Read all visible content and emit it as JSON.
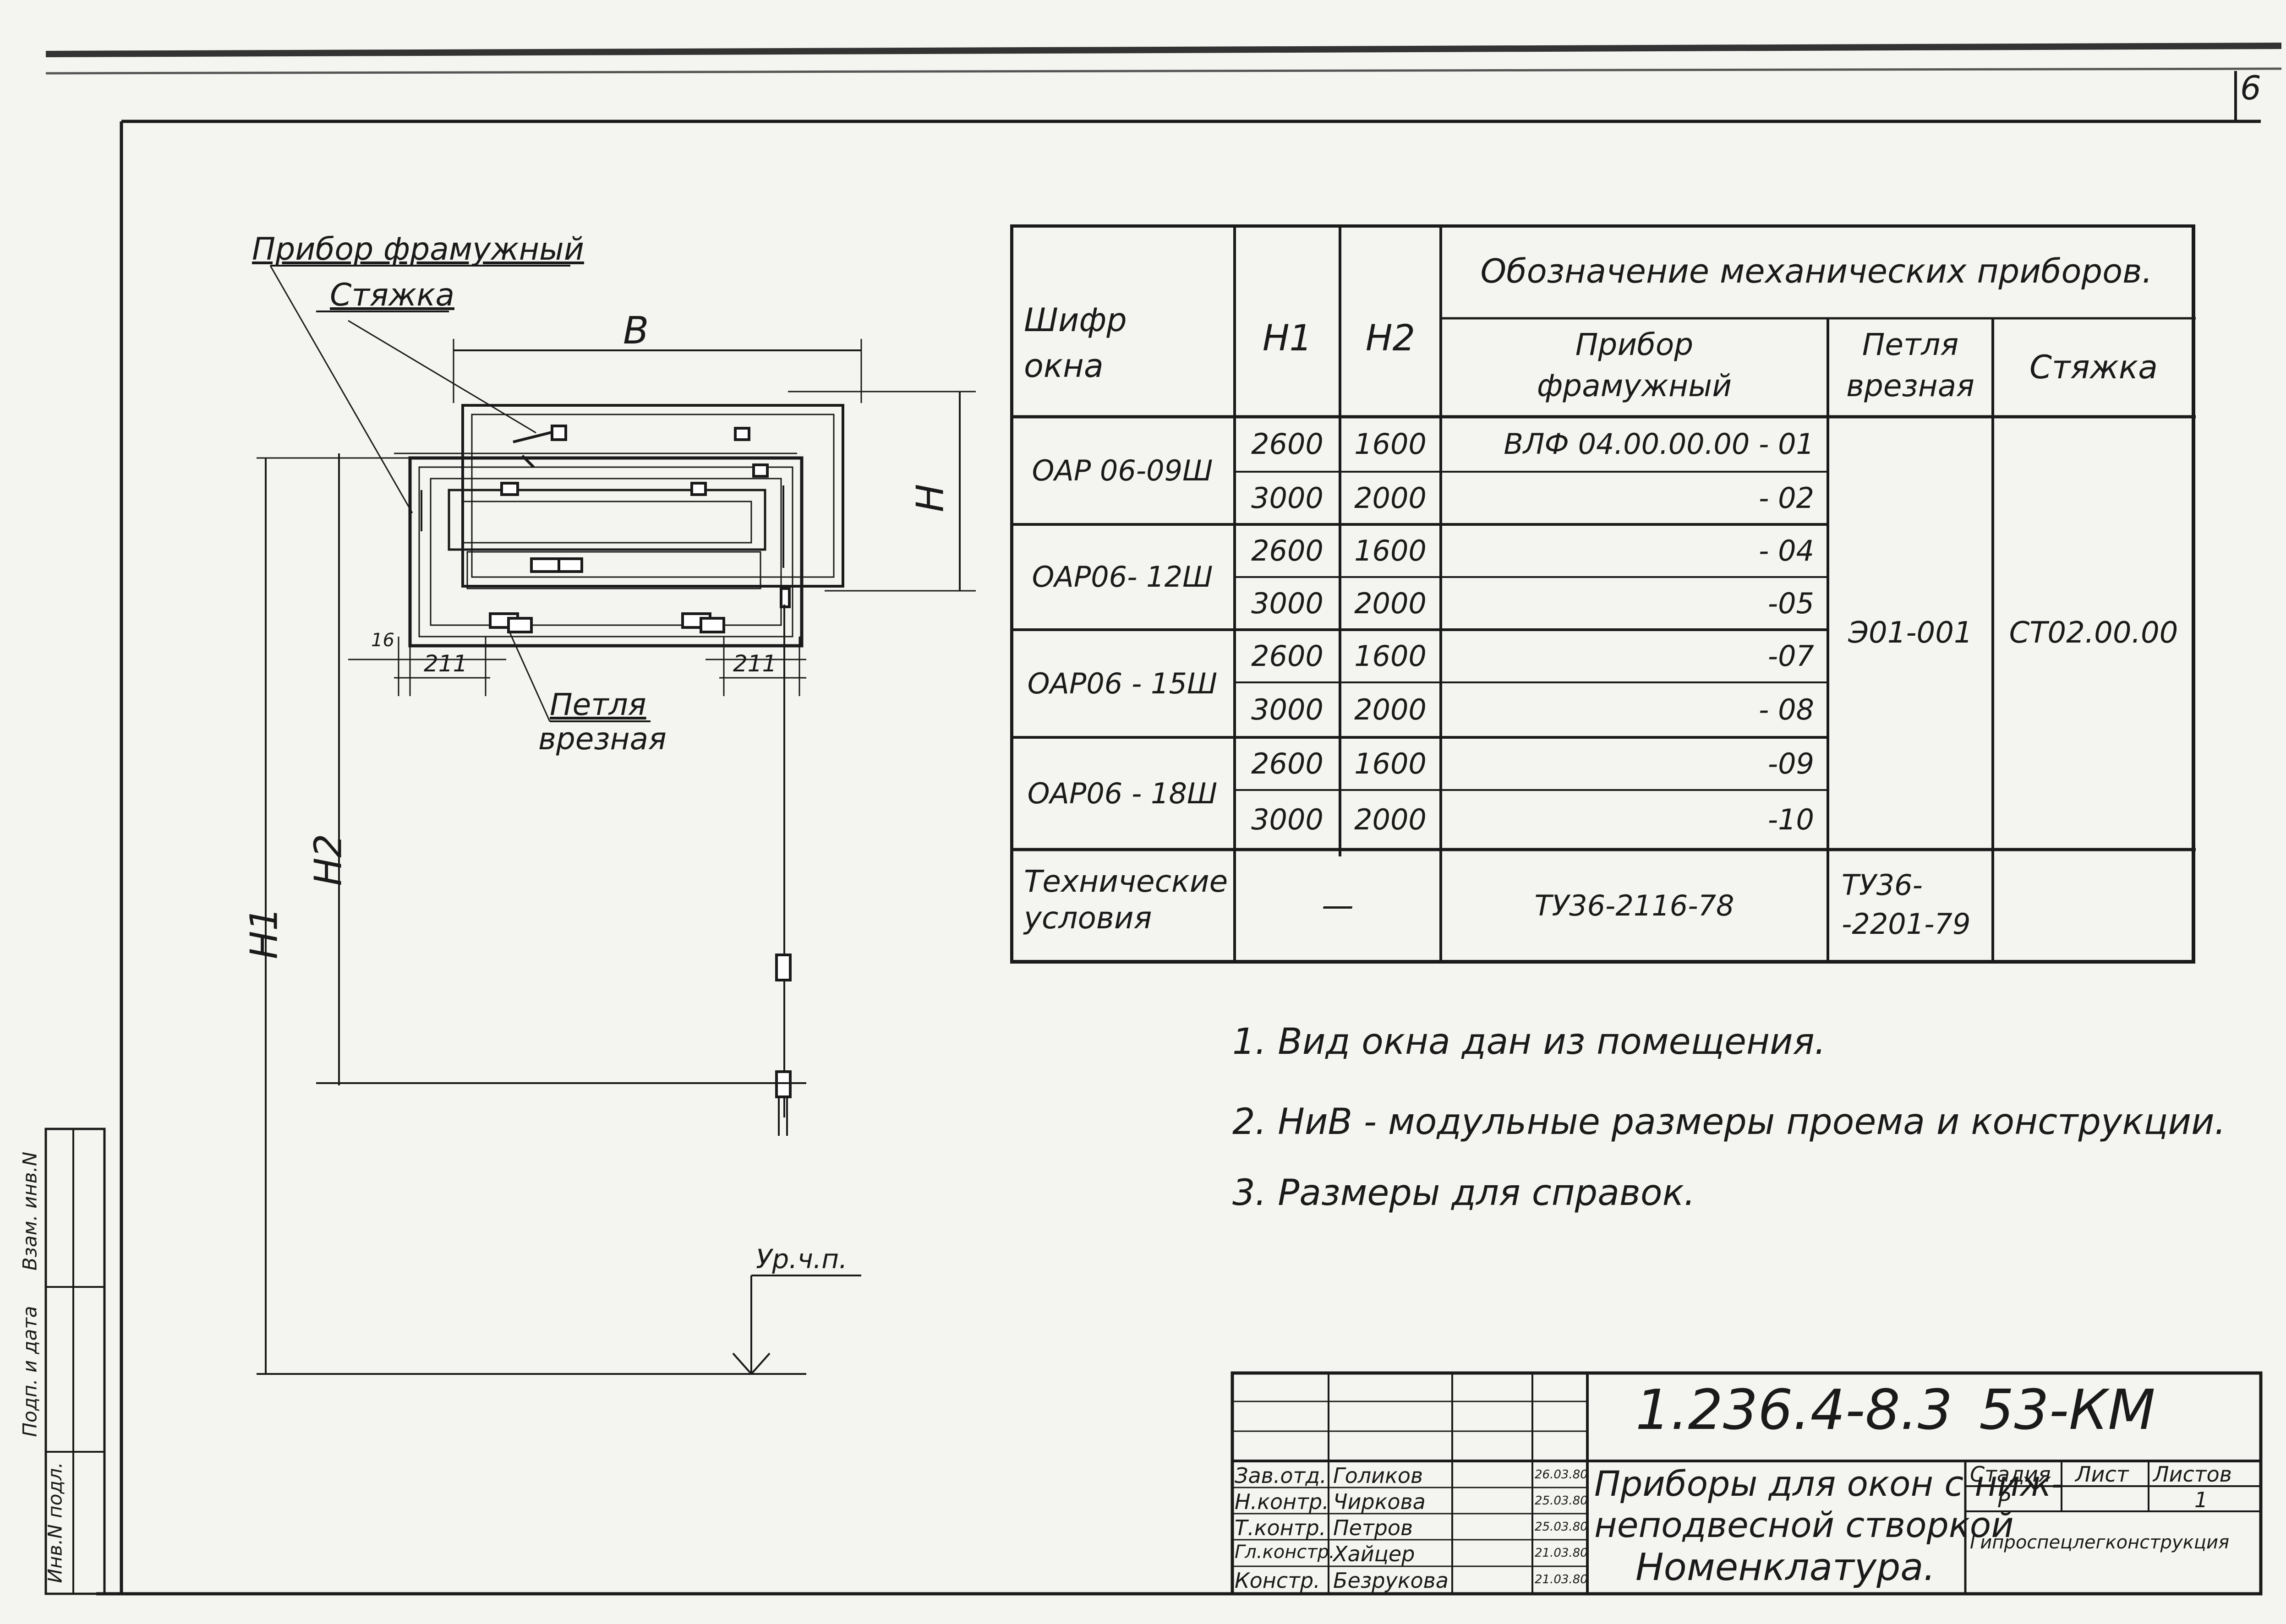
{
  "sheet_number": "6",
  "drawing": {
    "label_transom_device": "Прибор фрамужный",
    "label_tie": "Стяжка",
    "label_B": "B",
    "label_H": "H",
    "label_H1": "H1",
    "label_H2": "H2",
    "dim_16": "16",
    "dim_211_left": "211",
    "dim_211_right": "211",
    "label_hinge_line1": "Петля",
    "label_hinge_line2": "врезная",
    "floor_level": "Ур.ч.п."
  },
  "table": {
    "header_code_line1": "Шифр",
    "header_code_line2": "окна",
    "header_h1": "H1",
    "header_h2": "H2",
    "header_group": "Обозначение механических приборов.",
    "header_device_line1": "Прибор",
    "header_device_line2": "фрамужный",
    "header_hinge_line1": "Петля",
    "header_hinge_line2": "врезная",
    "header_tie": "Стяжка",
    "rows": [
      {
        "code": "ОАР 06-09Ш",
        "h1": [
          "2600",
          "3000"
        ],
        "h2": [
          "1600",
          "2000"
        ],
        "device": [
          "ВЛФ 04.00.00.00  - 01",
          "- 02"
        ]
      },
      {
        "code": "ОАР06- 12Ш",
        "h1": [
          "2600",
          "3000"
        ],
        "h2": [
          "1600",
          "2000"
        ],
        "device": [
          "- 04",
          "-05"
        ]
      },
      {
        "code": "ОАР06 - 15Ш",
        "h1": [
          "2600",
          "3000"
        ],
        "h2": [
          "1600",
          "2000"
        ],
        "device": [
          "-07",
          "- 08"
        ]
      },
      {
        "code": "ОАР06 - 18Ш",
        "h1": [
          "2600",
          "3000"
        ],
        "h2": [
          "1600",
          "2000"
        ],
        "device": [
          "-09",
          "-10"
        ]
      }
    ],
    "hinge_value": "Э01-001",
    "tie_value": "СТ02.00.00",
    "tech_label_line1": "Технические",
    "tech_label_line2": "условия",
    "tech_dash": "—",
    "tech_device": "ТУ36-2116-78",
    "tech_hinge_line1": "ТУ36-",
    "tech_hinge_line2": "-2201-79"
  },
  "notes": [
    "1. Вид  окна  дан  из  помещения.",
    "2. НиВ - модульные размеры проема и конструкции.",
    "3. Размеры для справок."
  ],
  "side_stamp": {
    "inv_num": "Инв.N подл.",
    "sign_date": "Подп. и дата",
    "replace_inv": "Взам. инв.N"
  },
  "title_block": {
    "doc_code": "1.236.4-8.3",
    "doc_code2": "53-КМ",
    "title_line1": "Приборы для окон с ниж-",
    "title_line2": "неподвесной створкой",
    "title_line3": "Номенклатура.",
    "stage_label": "Стадия",
    "sheet_label": "Лист",
    "sheets_label": "Листов",
    "stage_value": "Р",
    "sheets_value": "1",
    "organization": "Гипроспецлегконструкция",
    "people": [
      {
        "role": "Зав.отд.",
        "name": "Голиков",
        "date": "26.03.80"
      },
      {
        "role": "Н.контр.",
        "name": "Чиркова",
        "date": "25.03.80"
      },
      {
        "role": "Т.контр.",
        "name": "Петров",
        "date": "25.03.80"
      },
      {
        "role": "Гл.констр.",
        "name": "Хайцер",
        "date": "21.03.80"
      },
      {
        "role": "Констр.",
        "name": "Безрукова",
        "date": "21.03.80"
      }
    ]
  }
}
